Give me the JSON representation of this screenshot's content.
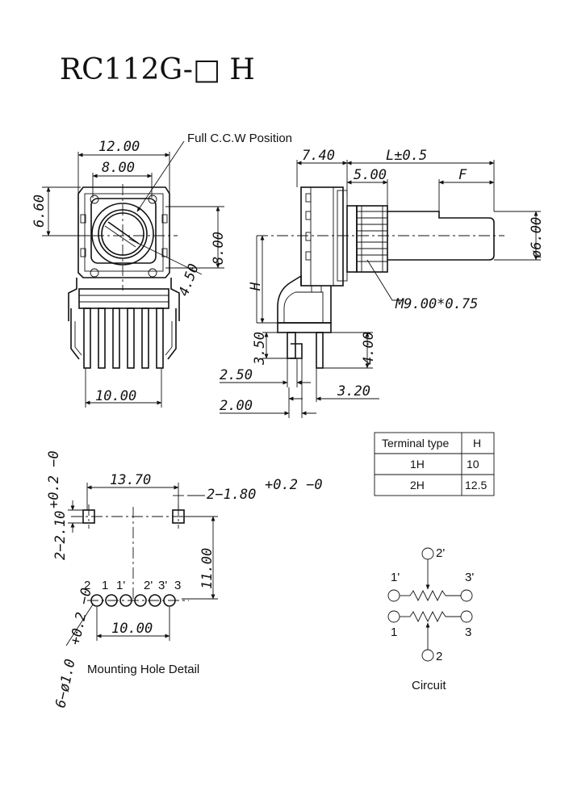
{
  "title": "RC112G-□ H",
  "labels": {
    "full_ccw": "Full C.C.W Position",
    "mounting": "Mounting Hole Detail",
    "circuit": "Circuit"
  },
  "front_dims": {
    "w12": "12.00",
    "w8": "8.00",
    "h660": "6.60",
    "h8": "8.00",
    "r450": "4.50",
    "w10": "10.00"
  },
  "side_dims": {
    "d740": "7.40",
    "L": "L±0.5",
    "d5": "5.00",
    "F": "F",
    "phi6": "ø6.00",
    "thread": "M9.00*0.75",
    "H": "H",
    "d350": "3.50",
    "d4": "4.00",
    "d250": "2.50",
    "d320": "3.20",
    "d2": "2.00"
  },
  "table": {
    "headers": [
      "Terminal type",
      "H"
    ],
    "rows": [
      [
        "1H",
        "10"
      ],
      [
        "2H",
        "12.5"
      ]
    ]
  },
  "mount_dims": {
    "d1370": "13.70",
    "slot_w": "2−1.80",
    "slot_w_tol": "+0.2 −0",
    "slot_h": "2−2.10",
    "slot_h_tol": "+0.2 −0",
    "d11": "11.00",
    "d10": "10.00",
    "hole": "6−ø1.0",
    "hole_tol": "+0.2 −0"
  },
  "mount_pins": [
    "2",
    "1",
    "1'",
    "2'",
    "3'",
    "3"
  ],
  "circuit_pins": {
    "top": "2'",
    "left_top": "1'",
    "right_top": "3'",
    "left_bot": "1",
    "right_bot": "3",
    "bottom": "2"
  }
}
